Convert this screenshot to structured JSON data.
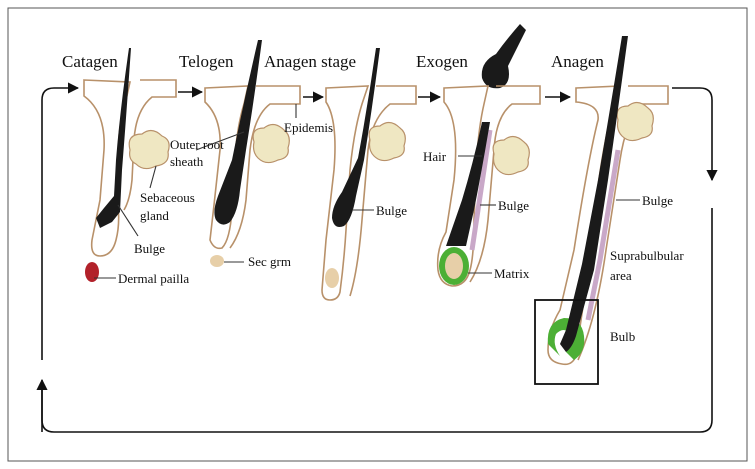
{
  "stages": [
    {
      "id": "catagen",
      "title": "Catagen"
    },
    {
      "id": "telogen",
      "title": "Telogen"
    },
    {
      "id": "anagen-stage",
      "title": "Anagen stage"
    },
    {
      "id": "exogen",
      "title": "Exogen"
    },
    {
      "id": "anagen",
      "title": "Anagen"
    }
  ],
  "labels": {
    "outer_root_sheath_1": "Outer root",
    "outer_root_sheath_2": "sheath",
    "sebaceous_gland_1": "Sebaceous",
    "sebaceous_gland_2": "gland",
    "bulge_catagen": "Bulge",
    "dermal_papilla": "Dermal pailla",
    "epidermis": "Epidemis",
    "sec_germ": "Sec grm",
    "bulge_anagen_stage": "Bulge",
    "hair": "Hair",
    "bulge_exogen": "Bulge",
    "matrix": "Matrix",
    "bulge_anagen": "Bulge",
    "suprabulbular_1": "Suprabulbular",
    "suprabulbular_2": "area",
    "bulb": "Bulb"
  },
  "colors": {
    "follicle_outline": "#b8916a",
    "hair_shaft": "#1a1a1a",
    "sebaceous_gland": "#efe7c2",
    "dermal_papilla_catagen": "#b2212a",
    "germ": "#e7cfa8",
    "matrix_ring": "#4caf35",
    "inner_sheath": "#c9a8c8",
    "arrow": "#111111",
    "border": "#555555"
  }
}
